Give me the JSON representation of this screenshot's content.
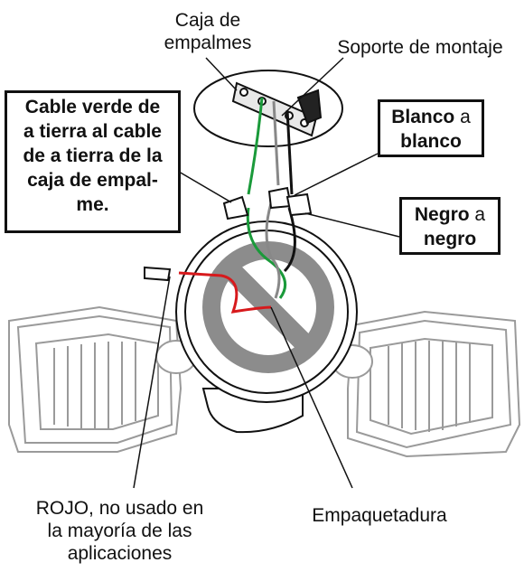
{
  "labels": {
    "junction_box": [
      "Caja de",
      "empalmes"
    ],
    "mounting_bracket": "Soporte de montaje",
    "red_wire": [
      "ROJO, no usado en",
      "la mayoría de las",
      "aplicaciones"
    ],
    "gasket": "Empaquetadura"
  },
  "boxes": {
    "ground": [
      "Cable verde de",
      "a tierra al cable",
      "de a tierra de la",
      "caja de empal-",
      "me."
    ],
    "white": {
      "bold": "Blanco",
      "normal": "a",
      "bold2": "blanco"
    },
    "black": {
      "bold": "Negro",
      "normal": "a",
      "bold2": "negro"
    }
  },
  "colors": {
    "ground_wire": "#1a9a3a",
    "red_wire": "#d7191c",
    "gasket": "#8c8c8c",
    "line": "#111111"
  }
}
